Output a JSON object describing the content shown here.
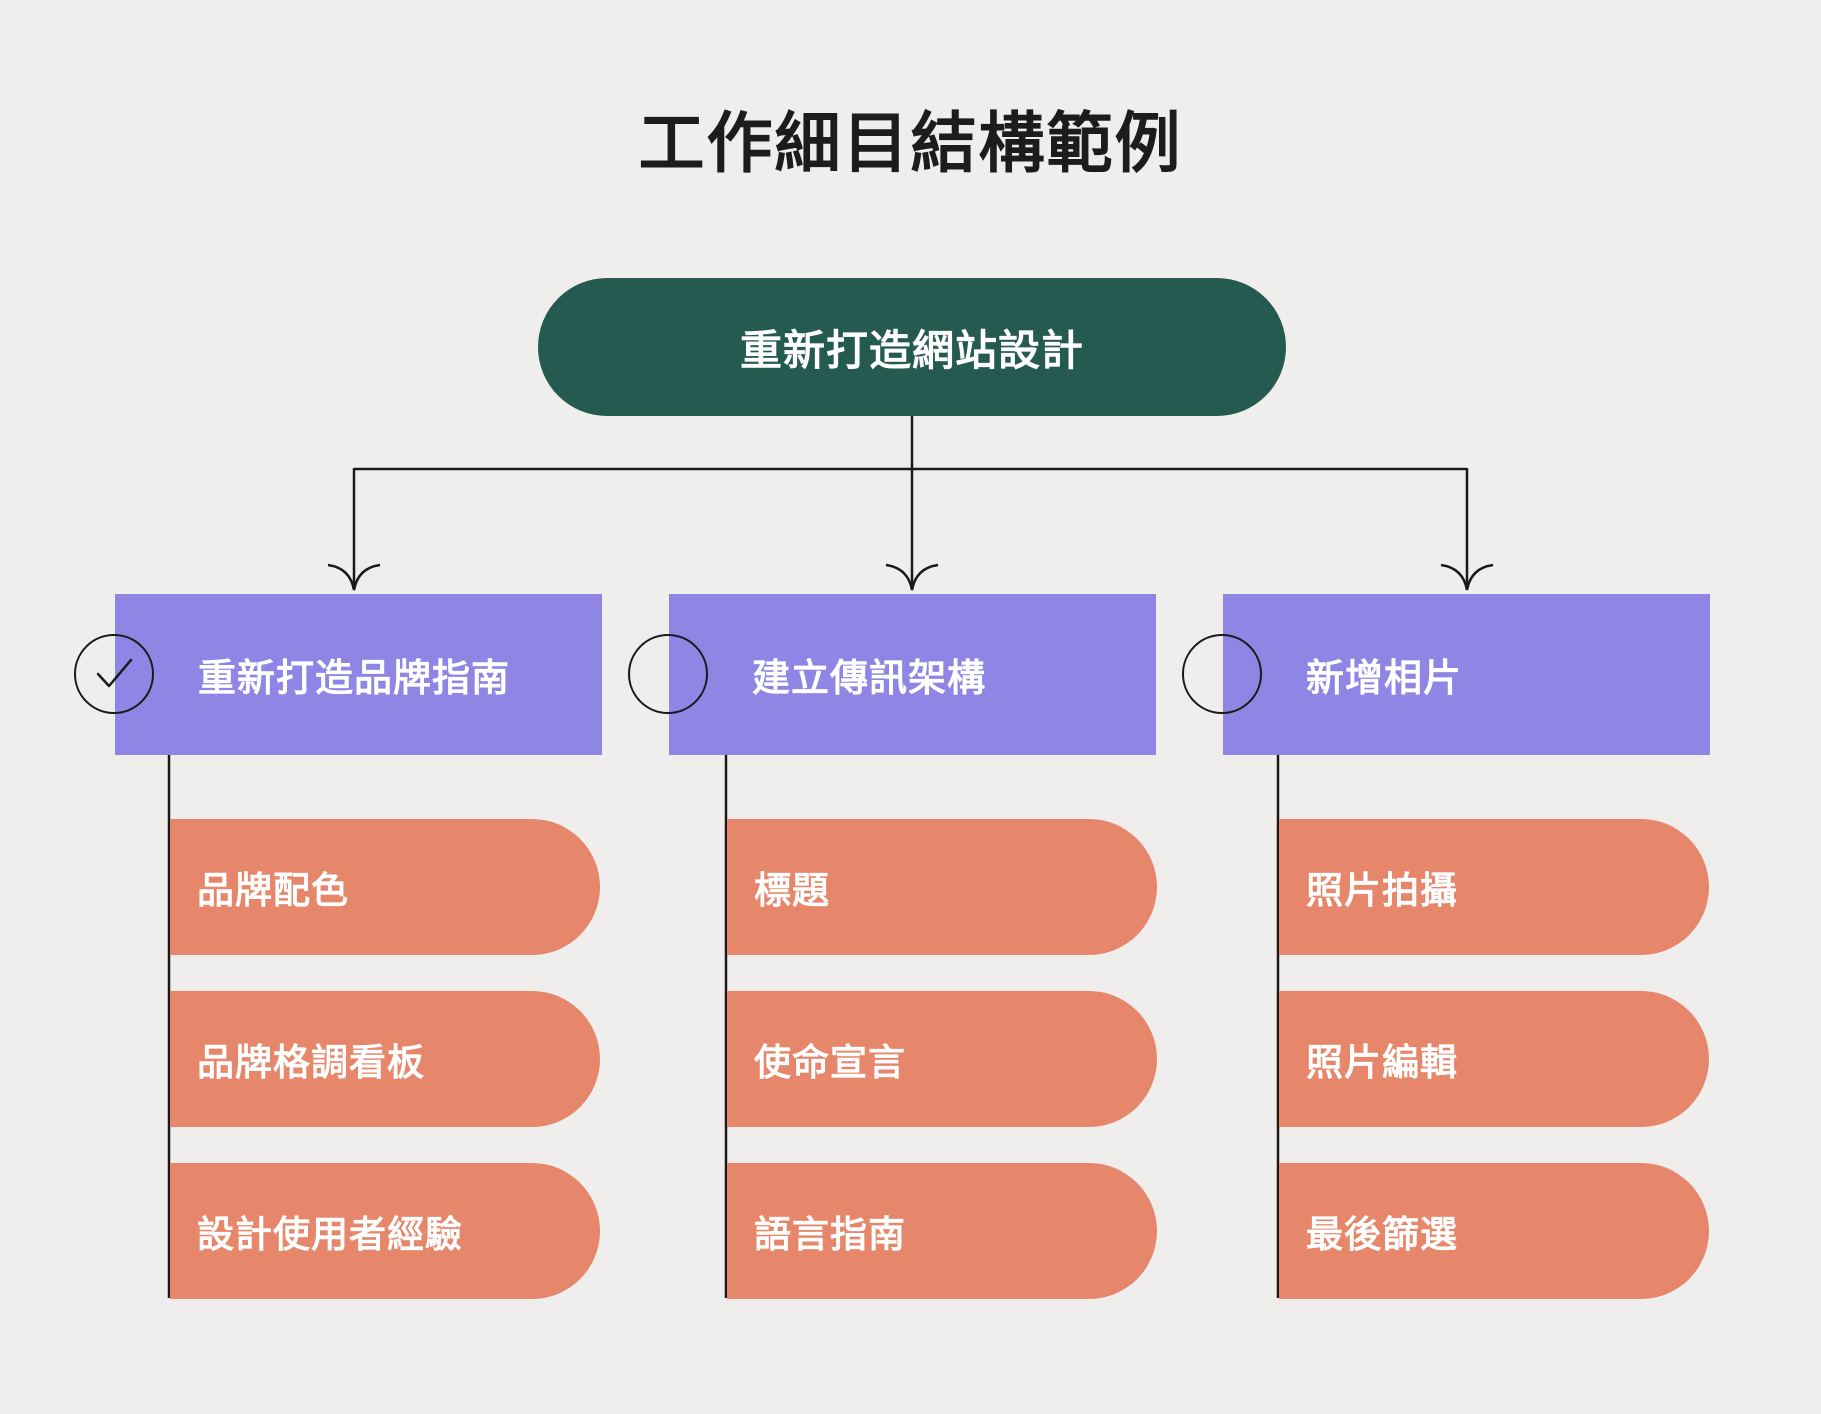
{
  "title": "工作細目結構範例",
  "root": {
    "label": "重新打造網站設計"
  },
  "categories": [
    {
      "label": "重新打造品牌指南",
      "done": true,
      "tasks": [
        "品牌配色",
        "品牌格調看板",
        "設計使用者經驗"
      ]
    },
    {
      "label": "建立傳訊架構",
      "done": false,
      "tasks": [
        "標題",
        "使命宣言",
        "語言指南"
      ]
    },
    {
      "label": "新增相片",
      "done": false,
      "tasks": [
        "照片拍攝",
        "照片編輯",
        "最後篩選"
      ]
    }
  ],
  "colors": {
    "background": "#efeeec",
    "root": "#245a50",
    "category": "#8e85e4",
    "task": "#e6876b",
    "line": "#1a1a1a"
  },
  "icons": {
    "status_done": "check-circle-icon",
    "status_open": "empty-circle-icon",
    "connector_arrow": "arrow-down-icon"
  }
}
